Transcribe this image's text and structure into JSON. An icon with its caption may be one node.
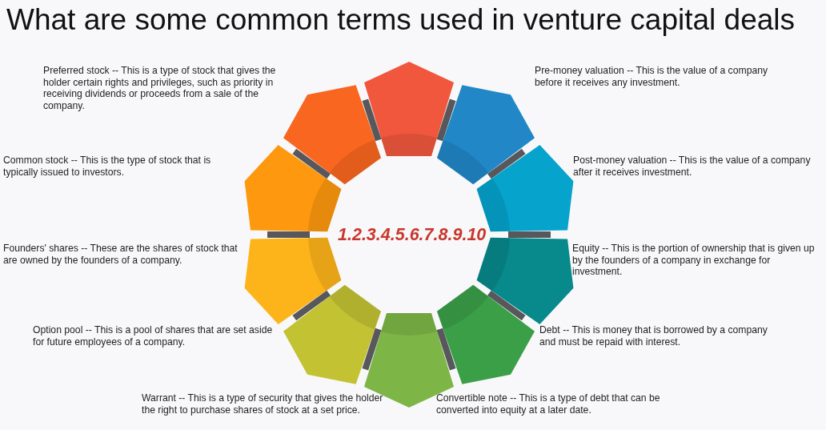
{
  "diagram": {
    "title": "What are some common terms used in venture capital deals",
    "nodes": [
      {
        "text": [],
        "shape": "pentagon"
      },
      {
        "text": [],
        "shape": "pentagon"
      },
      {
        "text": [],
        "shape": "pentagon"
      },
      {
        "text": [],
        "shape": "pentagon"
      },
      {
        "text": [],
        "shape": "pentagon"
      },
      {
        "text": [],
        "shape": "pentagon"
      },
      {
        "text": [],
        "shape": "pentagon"
      },
      {
        "text": [],
        "shape": "pentagon"
      },
      {
        "text": [],
        "shape": "pentagon"
      },
      {
        "text": [],
        "shape": "pentagon"
      }
    ],
    "labels": [
      "Preferred stock -- This is a type of stock that gives the holder certain rights and privileges, such as priority in receiving dividends or proceeds from a sale of the company.",
      "Pre-money valuation -- This is the value of a company before it receives any investment.",
      "Common stock -- This is the type of stock that is typically issued to investors.",
      "Post-money valuation -- This is the value of a company after it receives investment.",
      "1.2.3.4.5.6.7.8.9.10",
      "Founders' shares -- These are the shares of stock that are owned by the founders of a company.",
      "Equity -- This is the portion of ownership that is given up by the founders of a company in exchange for investment.",
      "Option pool -- This is a pool of shares that are set aside for future employees of a company.",
      "Debt -- This is money that is borrowed by a company and must be repaid with interest.",
      "Warrant -- This is a type of security that gives the holder the right to purchase shares of stock at a set price.",
      "Convertible note -- This is a type of debt that can be converted into equity at a later date."
    ]
  }
}
